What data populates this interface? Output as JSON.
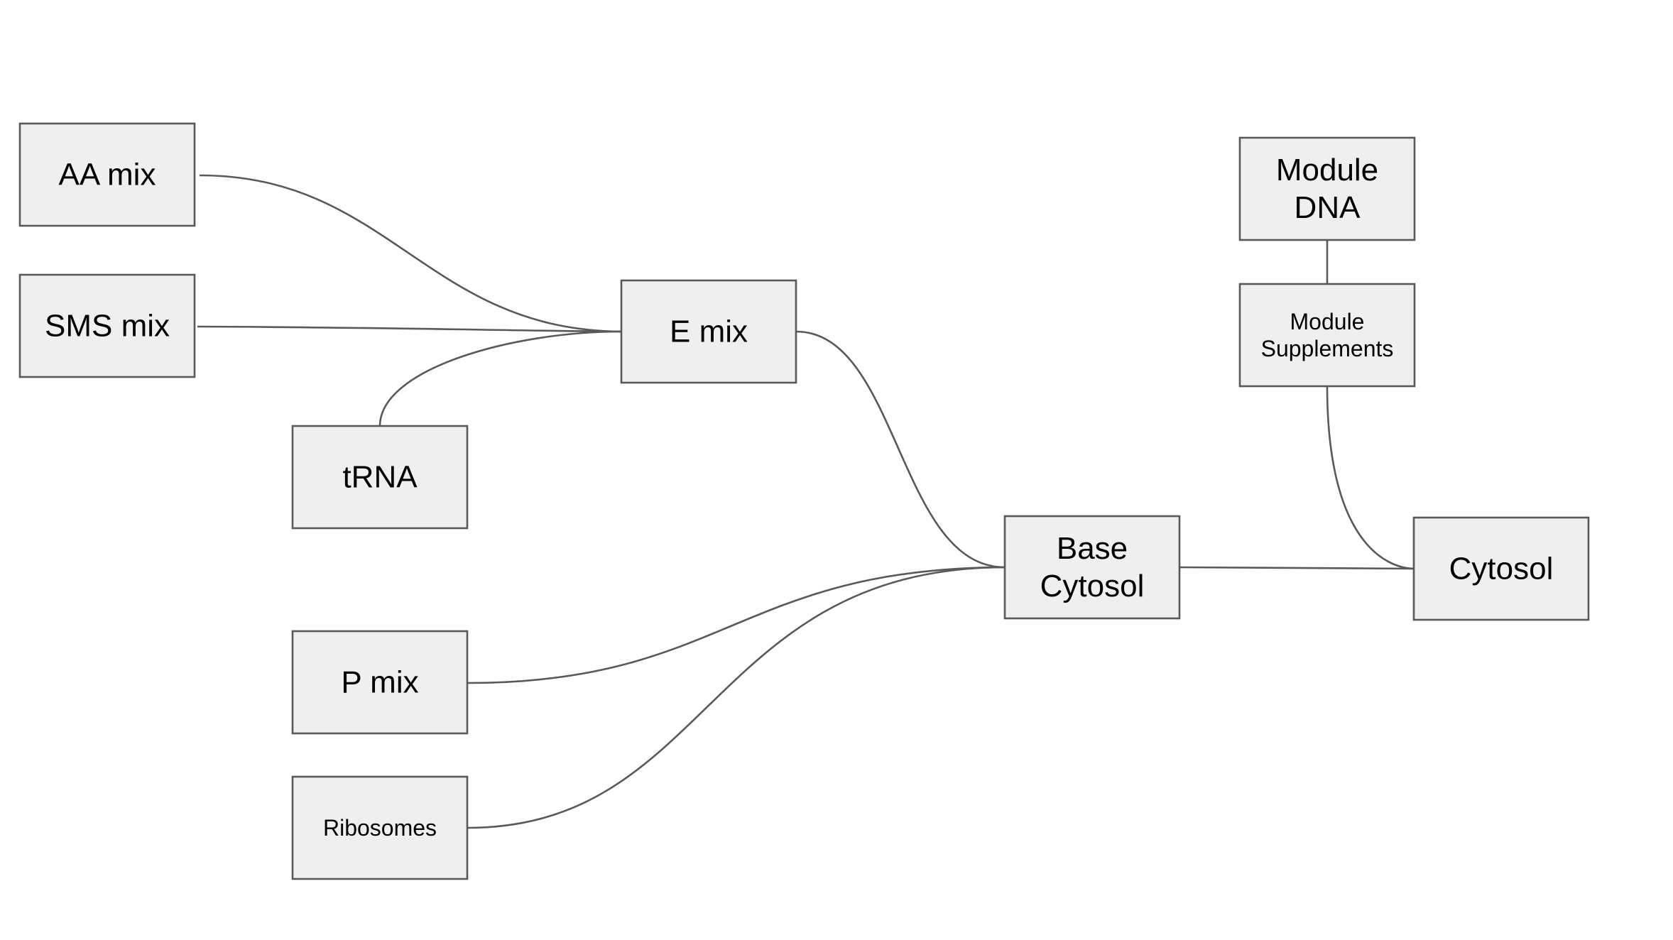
{
  "diagram": {
    "nodes": [
      {
        "id": "aa-mix",
        "lines": [
          "AA mix"
        ]
      },
      {
        "id": "sms-mix",
        "lines": [
          "SMS mix"
        ]
      },
      {
        "id": "trna",
        "lines": [
          "tRNA"
        ]
      },
      {
        "id": "p-mix",
        "lines": [
          "P mix"
        ]
      },
      {
        "id": "ribosomes",
        "lines": [
          "Ribosomes"
        ]
      },
      {
        "id": "e-mix",
        "lines": [
          "E mix"
        ]
      },
      {
        "id": "base-cytosol",
        "lines": [
          "Base",
          "Cytosol"
        ]
      },
      {
        "id": "module-dna",
        "lines": [
          "Module",
          "DNA"
        ]
      },
      {
        "id": "module-supplements",
        "lines": [
          "Module",
          "Supplements"
        ]
      },
      {
        "id": "cytosol",
        "lines": [
          "Cytosol"
        ]
      }
    ],
    "edges": [
      {
        "from": "aa-mix",
        "to": "e-mix"
      },
      {
        "from": "sms-mix",
        "to": "e-mix"
      },
      {
        "from": "trna",
        "to": "e-mix"
      },
      {
        "from": "e-mix",
        "to": "base-cytosol"
      },
      {
        "from": "p-mix",
        "to": "base-cytosol"
      },
      {
        "from": "ribosomes",
        "to": "base-cytosol"
      },
      {
        "from": "base-cytosol",
        "to": "cytosol"
      },
      {
        "from": "module-dna",
        "to": "module-supplements"
      },
      {
        "from": "module-supplements",
        "to": "cytosol"
      }
    ],
    "colors": {
      "node_fill": "#efefef",
      "node_stroke": "#595959",
      "edge_stroke": "#595959",
      "text": "#000000",
      "background": "#ffffff"
    }
  }
}
